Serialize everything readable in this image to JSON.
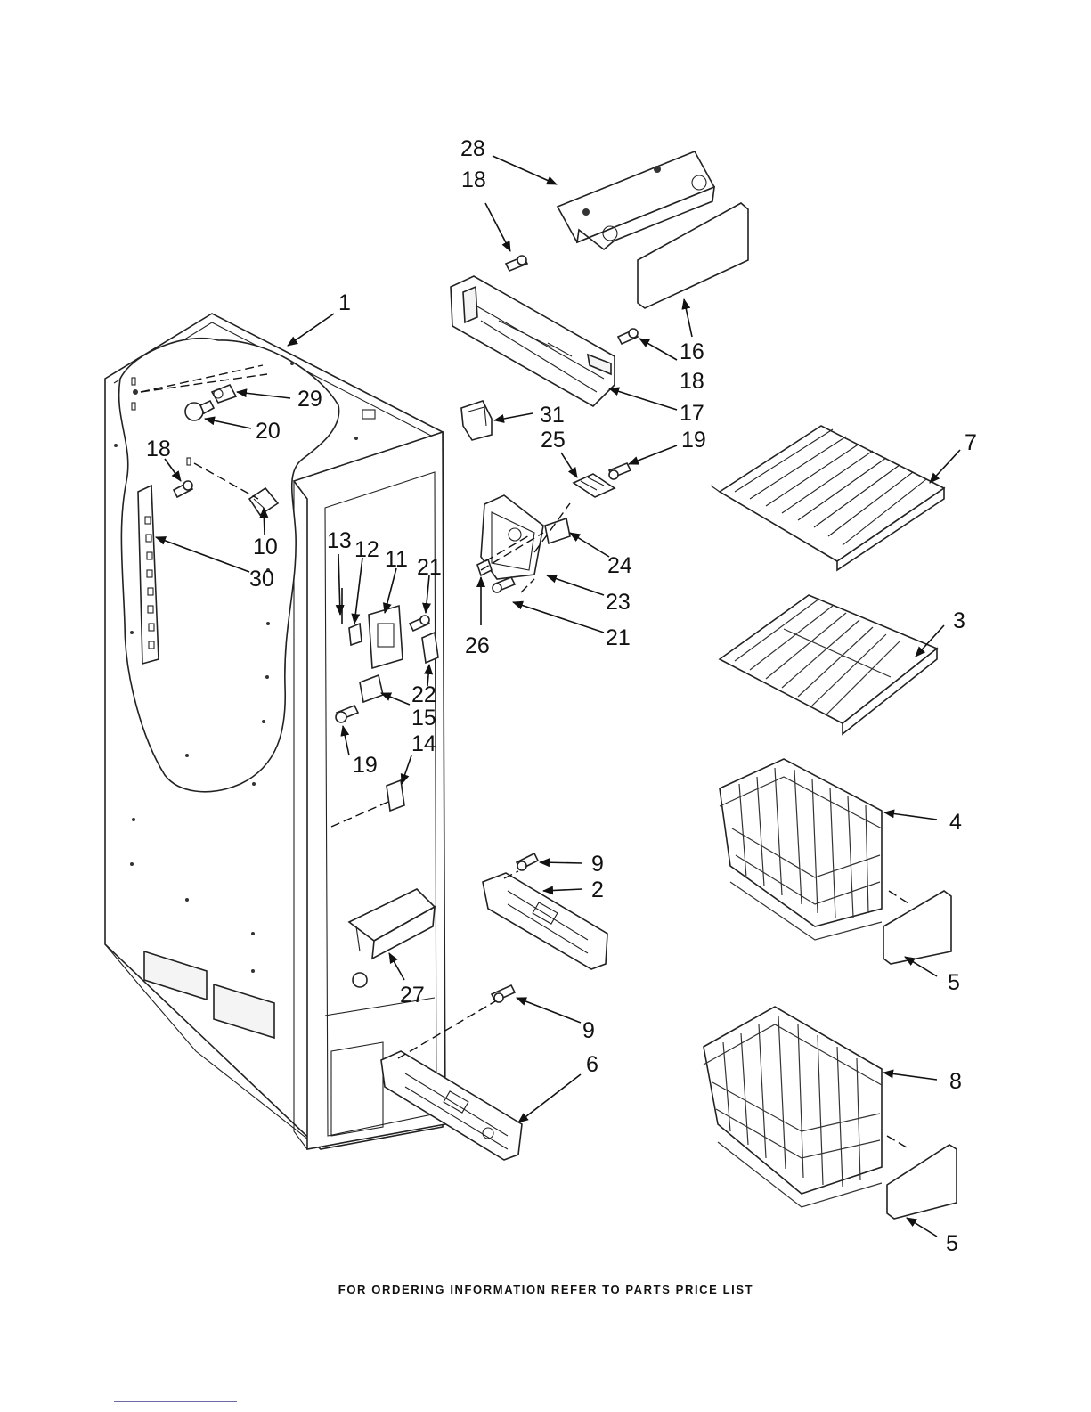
{
  "callouts": [
    {
      "id": "c28",
      "text": "28"
    },
    {
      "id": "c18a",
      "text": "18"
    },
    {
      "id": "c1",
      "text": "1"
    },
    {
      "id": "c16",
      "text": "16"
    },
    {
      "id": "c18b",
      "text": "18"
    },
    {
      "id": "c29",
      "text": "29"
    },
    {
      "id": "c17",
      "text": "17"
    },
    {
      "id": "c31",
      "text": "31"
    },
    {
      "id": "c20",
      "text": "20"
    },
    {
      "id": "c25",
      "text": "25"
    },
    {
      "id": "c18c",
      "text": "18"
    },
    {
      "id": "c19a",
      "text": "19"
    },
    {
      "id": "c7",
      "text": "7"
    },
    {
      "id": "c10",
      "text": "10"
    },
    {
      "id": "c13",
      "text": "13"
    },
    {
      "id": "c12",
      "text": "12"
    },
    {
      "id": "c11",
      "text": "11"
    },
    {
      "id": "c21a",
      "text": "21"
    },
    {
      "id": "c24",
      "text": "24"
    },
    {
      "id": "c30",
      "text": "30"
    },
    {
      "id": "c23",
      "text": "23"
    },
    {
      "id": "c3",
      "text": "3"
    },
    {
      "id": "c21b",
      "text": "21"
    },
    {
      "id": "c26",
      "text": "26"
    },
    {
      "id": "c22",
      "text": "22"
    },
    {
      "id": "c15",
      "text": "15"
    },
    {
      "id": "c14",
      "text": "14"
    },
    {
      "id": "c19b",
      "text": "19"
    },
    {
      "id": "c4",
      "text": "4"
    },
    {
      "id": "c9a",
      "text": "9"
    },
    {
      "id": "c2",
      "text": "2"
    },
    {
      "id": "c5a",
      "text": "5"
    },
    {
      "id": "c27",
      "text": "27"
    },
    {
      "id": "c9b",
      "text": "9"
    },
    {
      "id": "c6",
      "text": "6"
    },
    {
      "id": "c8",
      "text": "8"
    },
    {
      "id": "c5b",
      "text": "5"
    }
  ],
  "footer": "FOR ORDERING INFORMATION REFER TO PARTS PRICE LIST"
}
